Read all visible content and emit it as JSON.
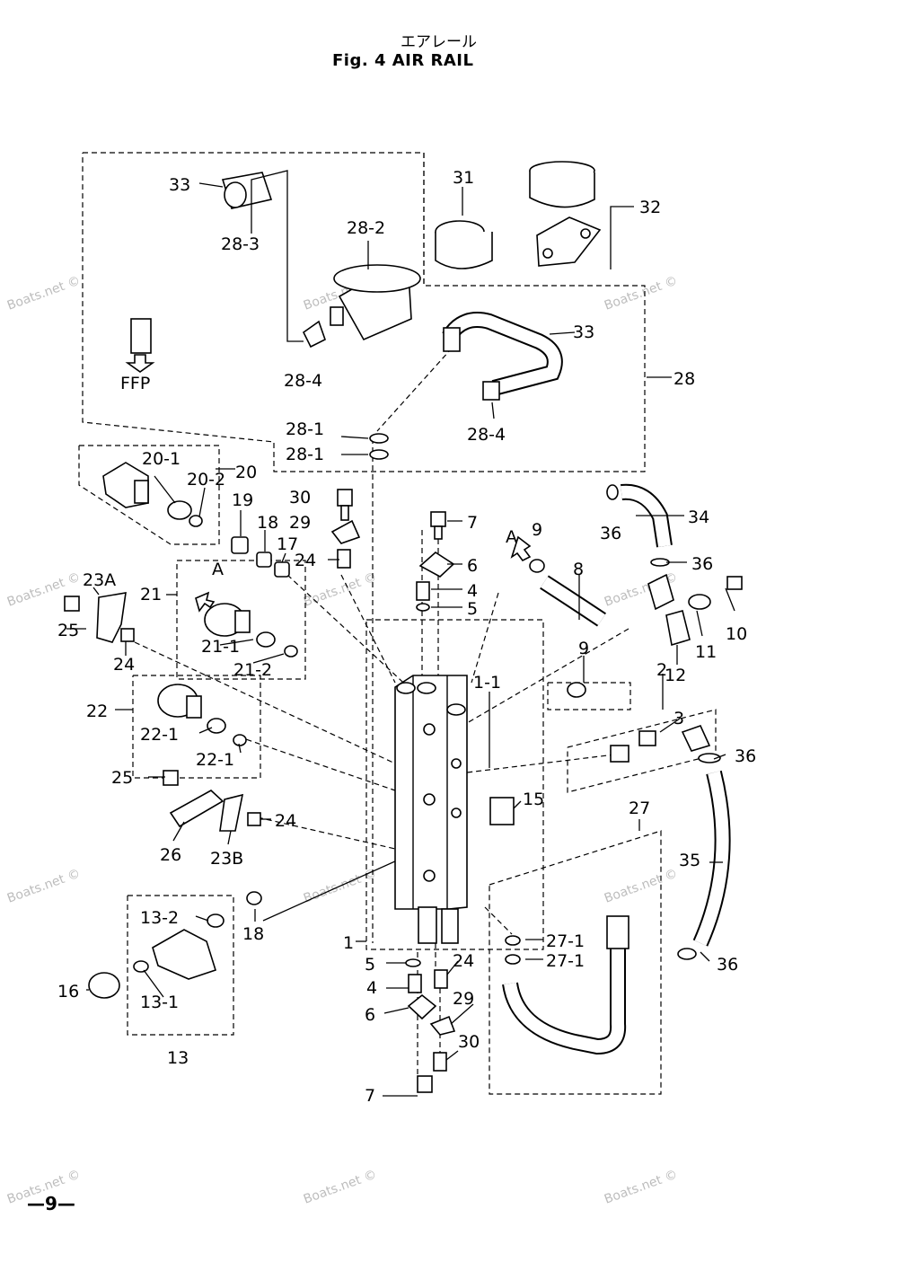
{
  "title_jp": "エアレール",
  "title_en": "Fig. 4    AIR RAIL",
  "page_number": "—9—",
  "watermark": "Boats.net ©",
  "ffp_label": "FFP",
  "labels": {
    "l33a": "33",
    "l28_3": "28-3",
    "l28_2": "28-2",
    "l28_4a": "28-4",
    "l31": "31",
    "l32": "32",
    "l33b": "33",
    "l28": "28",
    "l28_4b": "28-4",
    "l28_1a": "28-1",
    "l28_1b": "28-1",
    "l20_1": "20-1",
    "l20_2": "20-2",
    "l20": "20",
    "l19": "19",
    "l18a": "18",
    "l17": "17",
    "l30a": "30",
    "l29a": "29",
    "l24a": "24",
    "l7a": "7",
    "l6a": "6",
    "l4a": "4",
    "l5a": "5",
    "l9a": "9",
    "lA1": "A",
    "l8": "8",
    "l34": "34",
    "l36a": "36",
    "l36b": "36",
    "l10": "10",
    "l11": "11",
    "l12": "12",
    "l23A": "23A",
    "l25a": "25",
    "l24b": "24",
    "l21": "21",
    "lA2": "A",
    "l21_1": "21-1",
    "l21_2": "21-2",
    "l22": "22",
    "l22_1a": "22-1",
    "l22_1b": "22-1",
    "l1_1": "1-1",
    "l9b": "9",
    "l2": "2",
    "l3": "3",
    "l36c": "36",
    "l25b": "25",
    "l24c": "24",
    "l15": "15",
    "l26": "26",
    "l23B": "23B",
    "l27": "27",
    "l35": "35",
    "l13_2": "13-2",
    "l18b": "18",
    "l1": "1",
    "l5b": "5",
    "l24d": "24",
    "l27_1a": "27-1",
    "l27_1b": "27-1",
    "l36d": "36",
    "l16": "16",
    "l13_1": "13-1",
    "l13": "13",
    "l4b": "4",
    "l29b": "29",
    "l6b": "6",
    "l30b": "30",
    "l7b": "7"
  }
}
